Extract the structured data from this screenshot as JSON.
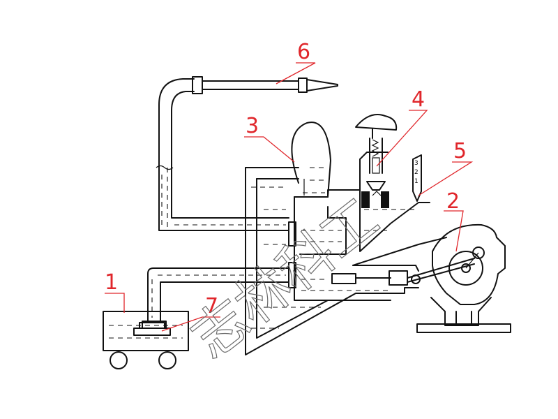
{
  "labels": [
    {
      "id": "1",
      "text": "1"
    },
    {
      "id": "2",
      "text": "2"
    },
    {
      "id": "3",
      "text": "3"
    },
    {
      "id": "4",
      "text": "4"
    },
    {
      "id": "5",
      "text": "5"
    },
    {
      "id": "6",
      "text": "6"
    },
    {
      "id": "7",
      "text": "7"
    }
  ],
  "gauge_ticks": [
    "3",
    "2",
    "1"
  ],
  "watermark": "志林科工",
  "colors": {
    "label": "#e0262b",
    "line": "#111111",
    "watermark": "#6b6b6b"
  }
}
